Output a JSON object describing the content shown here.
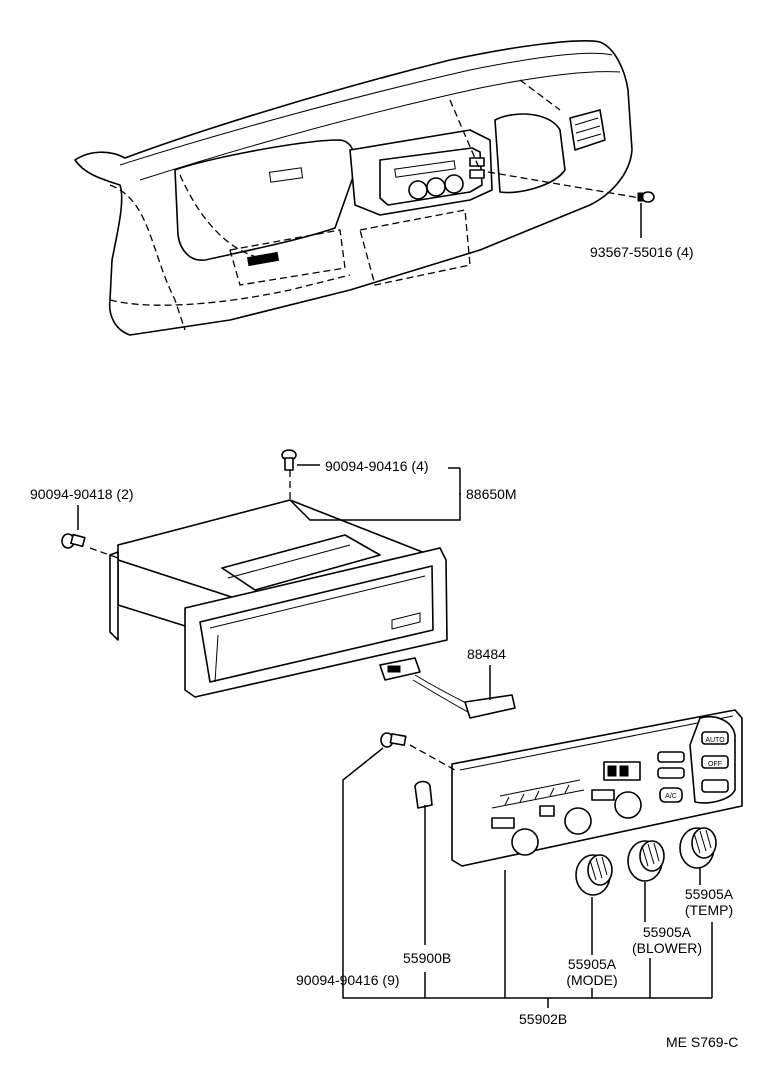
{
  "labels": {
    "clip_upper": "93567-55016 (4)",
    "screw_top": "90094-90416 (4)",
    "box_assembly": "88650M",
    "screw_left": "90094-90418 (2)",
    "connector": "88484",
    "knob_temp_no": "55905A",
    "knob_temp_name": "(TEMP)",
    "knob_blower_no": "55905A",
    "knob_blower_name": "(BLOWER)",
    "knob_mode_no": "55905A",
    "knob_mode_name": "(MODE)",
    "bulb": "55900B",
    "screw_panel": "90094-90416 (9)",
    "panel_assembly": "55902B",
    "figure_code": "ME S769-C"
  },
  "panel_buttons": {
    "auto": "AUTO",
    "off": "OFF",
    "ac": "A/C"
  }
}
